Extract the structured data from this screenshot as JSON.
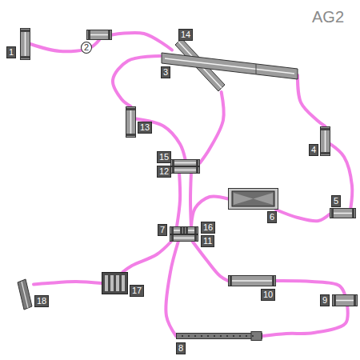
{
  "diagram": {
    "nodes": [
      {
        "text": [
          "1"
        ]
      },
      {
        "text": [
          "2"
        ]
      },
      {
        "text": [
          "14"
        ]
      },
      {
        "text": [
          "3"
        ]
      },
      {
        "text": [
          "13"
        ]
      },
      {
        "text": [
          "15"
        ]
      },
      {
        "text": [
          "12"
        ]
      },
      {
        "text": [
          "4"
        ]
      },
      {
        "text": [
          "6"
        ]
      },
      {
        "text": [
          "5"
        ]
      },
      {
        "text": [
          "7"
        ]
      },
      {
        "text": [
          "16"
        ]
      },
      {
        "text": [
          "11"
        ]
      },
      {
        "text": [
          "17"
        ]
      },
      {
        "text": [
          "18"
        ]
      },
      {
        "text": [
          "10"
        ]
      },
      {
        "text": [
          "9"
        ]
      },
      {
        "text": [
          "8"
        ]
      }
    ],
    "edges": [
      {
        "from": 0,
        "to": 1,
        "arrow": "none"
      },
      {
        "from": 1,
        "to": 2,
        "arrow": "none"
      },
      {
        "from": 3,
        "to": 4,
        "arrow": "none"
      },
      {
        "from": 2,
        "to": 5,
        "arrow": "none"
      },
      {
        "from": 4,
        "to": 5,
        "arrow": "none"
      },
      {
        "from": 3,
        "to": 7,
        "arrow": "none"
      },
      {
        "from": 7,
        "to": 9,
        "arrow": "none"
      },
      {
        "from": 8,
        "to": 9,
        "arrow": "none"
      },
      {
        "from": 8,
        "to": 11,
        "arrow": "none"
      },
      {
        "from": 6,
        "to": 10,
        "arrow": "none"
      },
      {
        "from": 6,
        "to": 11,
        "arrow": "none"
      },
      {
        "from": 12,
        "to": 13,
        "arrow": "none"
      },
      {
        "from": 13,
        "to": 14,
        "arrow": "none"
      },
      {
        "from": 12,
        "to": 17,
        "arrow": "none"
      },
      {
        "from": 12,
        "to": 15,
        "arrow": "none"
      },
      {
        "from": 15,
        "to": 16,
        "arrow": "none"
      },
      {
        "from": 16,
        "to": 17,
        "arrow": "none"
      }
    ],
    "labels": [
      "AG2"
    ]
  }
}
